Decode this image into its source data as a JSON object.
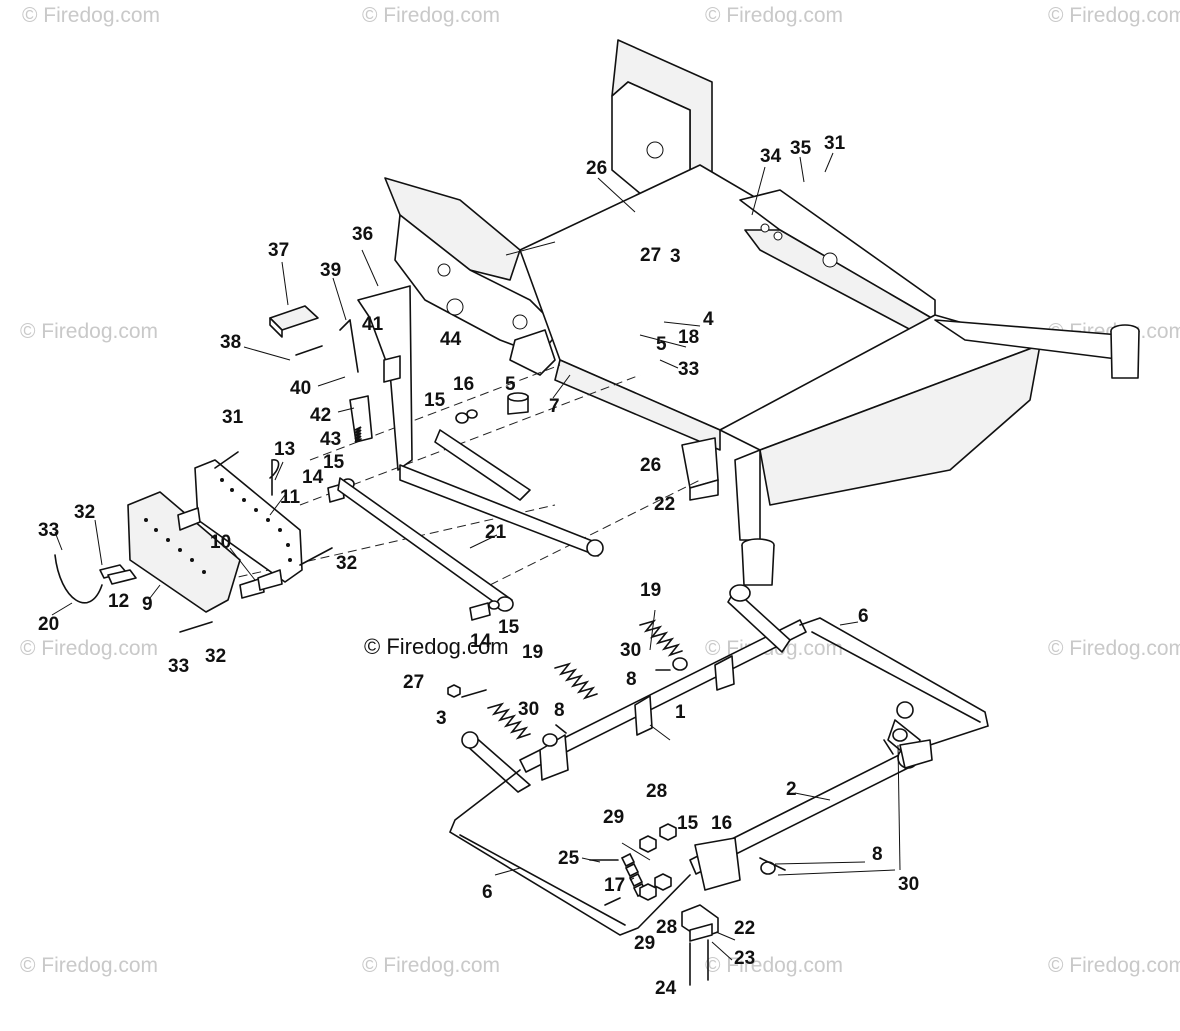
{
  "watermarks": {
    "text": "© Firedog.com",
    "center_text": "© Firedog.com"
  },
  "callouts": {
    "c1": "1",
    "c2": "2",
    "c3a": "3",
    "c3b": "3",
    "c4": "4",
    "c5a": "5",
    "c5b": "5",
    "c6a": "6",
    "c6b": "6",
    "c7": "7",
    "c8a": "8",
    "c8b": "8",
    "c8c": "8",
    "c9": "9",
    "c10": "10",
    "c11": "11",
    "c12": "12",
    "c13": "13",
    "c14a": "14",
    "c14b": "14",
    "c15a": "15",
    "c15b": "15",
    "c15c": "15",
    "c15d": "15",
    "c16a": "16",
    "c16b": "16",
    "c17": "17",
    "c18": "18",
    "c19a": "19",
    "c19b": "19",
    "c20": "20",
    "c21": "21",
    "c22a": "22",
    "c22b": "22",
    "c23": "23",
    "c24": "24",
    "c25": "25",
    "c26a": "26",
    "c26b": "26",
    "c27a": "27",
    "c27b": "27",
    "c28a": "28",
    "c28b": "28",
    "c29a": "29",
    "c29b": "29",
    "c30a": "30",
    "c30b": "30",
    "c30c": "30",
    "c31a": "31",
    "c31b": "31",
    "c32a": "32",
    "c32b": "32",
    "c32c": "32",
    "c33a": "33",
    "c33b": "33",
    "c33c": "33",
    "c34": "34",
    "c35": "35",
    "c36": "36",
    "c37": "37",
    "c38": "38",
    "c39": "39",
    "c40": "40",
    "c41": "41",
    "c42": "42",
    "c43": "43",
    "c44": "44"
  }
}
